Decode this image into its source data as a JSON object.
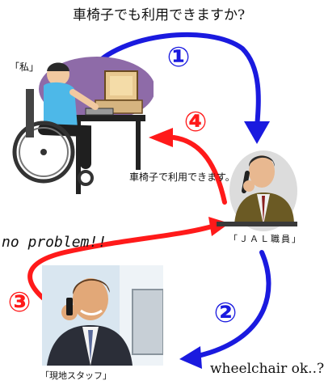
{
  "colors": {
    "blue_arrow": "#1a1adf",
    "red_arrow": "#ff1a1a",
    "purple_backdrop": "#8e6ba8"
  },
  "question_top": "車椅子でも利用できますか?",
  "reply_jal": "車椅子で利用できます。",
  "reply_staff": "no problem!!",
  "question_bottom": "wheelchair ok..??",
  "steps": [
    "①",
    "②",
    "③",
    "④"
  ],
  "people": {
    "me": "「私」",
    "jal": "「ＪＡＬ職員」",
    "staff": "「現地スタッフ」"
  },
  "icons": {
    "me": "wheelchair-user-at-computer-icon",
    "jal": "phone-operator-icon",
    "staff": "businessman-on-phone-icon"
  }
}
